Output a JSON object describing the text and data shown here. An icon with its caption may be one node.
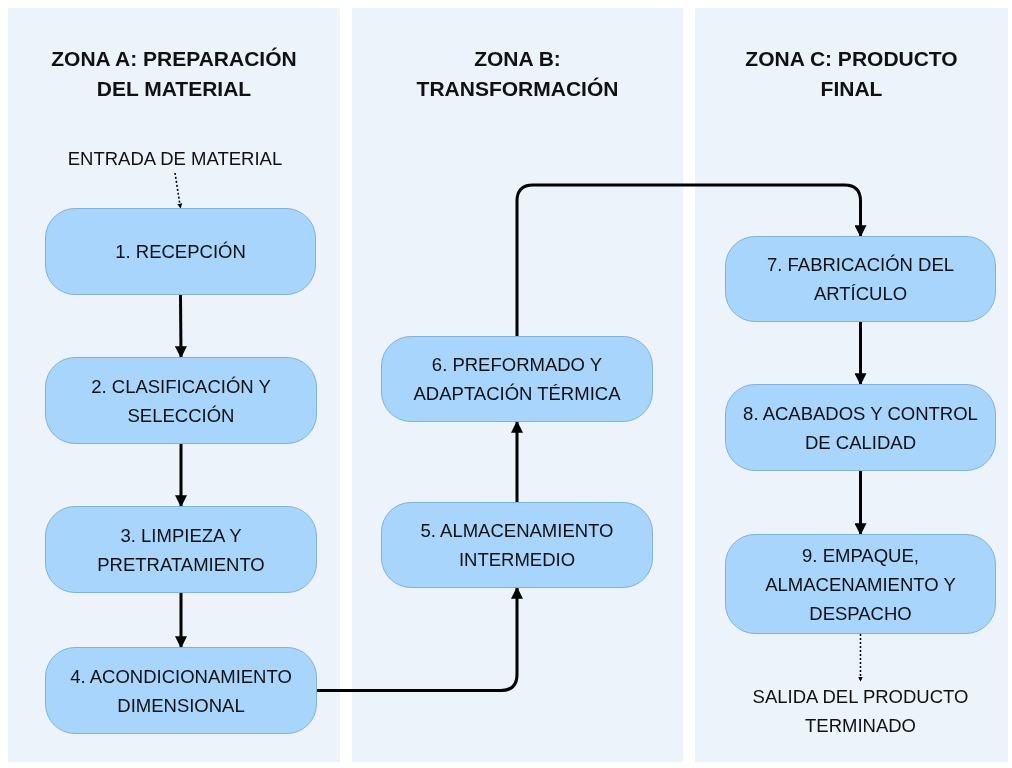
{
  "diagram": {
    "nodes": [
      {
        "text": [
          "ZONA A: PREPARACIÓN DEL MATERIAL"
        ]
      },
      {
        "text": [
          "ZONA B: TRANSFORMACIÓN"
        ]
      },
      {
        "text": [
          "ZONA C: PRODUCTO FINAL"
        ]
      },
      {
        "text": [
          "ENTRADA DE MATERIAL"
        ],
        "in": 0
      },
      {
        "text": [
          "1. RECEPCIÓN"
        ],
        "in": 0
      },
      {
        "text": [
          "2. CLASIFICACIÓN Y SELECCIÓN"
        ],
        "in": 0
      },
      {
        "text": [
          "3. LIMPIEZA Y PRETRATAMIENTO"
        ],
        "in": 0
      },
      {
        "text": [
          "4. ACONDICIONAMIENTO DIMENSIONAL"
        ],
        "in": 0
      },
      {
        "text": [
          "5. ALMACENAMIENTO INTERMEDIO"
        ],
        "in": 1
      },
      {
        "text": [
          "6. PREFORMADO Y ADAPTACIÓN TÉRMICA"
        ],
        "in": 1
      },
      {
        "text": [
          "7. FABRICACIÓN DEL ARTÍCULO"
        ],
        "in": 2
      },
      {
        "text": [
          "8. ACABADOS Y CONTROL DE CALIDAD"
        ],
        "in": 2
      },
      {
        "text": [
          "9. EMPAQUE, ALMACENAMIENTO Y DESPACHO"
        ],
        "in": 2
      },
      {
        "text": [
          "SALIDA DEL PRODUCTO TERMINADO"
        ],
        "in": 2
      }
    ],
    "edges": [
      {
        "from": 3,
        "to": 4,
        "arrow": "to",
        "style": "dashed"
      },
      {
        "from": 4,
        "to": 5,
        "arrow": "to"
      },
      {
        "from": 5,
        "to": 6,
        "arrow": "to"
      },
      {
        "from": 6,
        "to": 7,
        "arrow": "to"
      },
      {
        "from": 7,
        "to": 8,
        "arrow": "to"
      },
      {
        "from": 8,
        "to": 9,
        "arrow": "to"
      },
      {
        "from": 9,
        "to": 10,
        "arrow": "to"
      },
      {
        "from": 10,
        "to": 11,
        "arrow": "to"
      },
      {
        "from": 11,
        "to": 12,
        "arrow": "to"
      },
      {
        "from": 12,
        "to": 13,
        "arrow": "to",
        "style": "dashed"
      }
    ]
  }
}
